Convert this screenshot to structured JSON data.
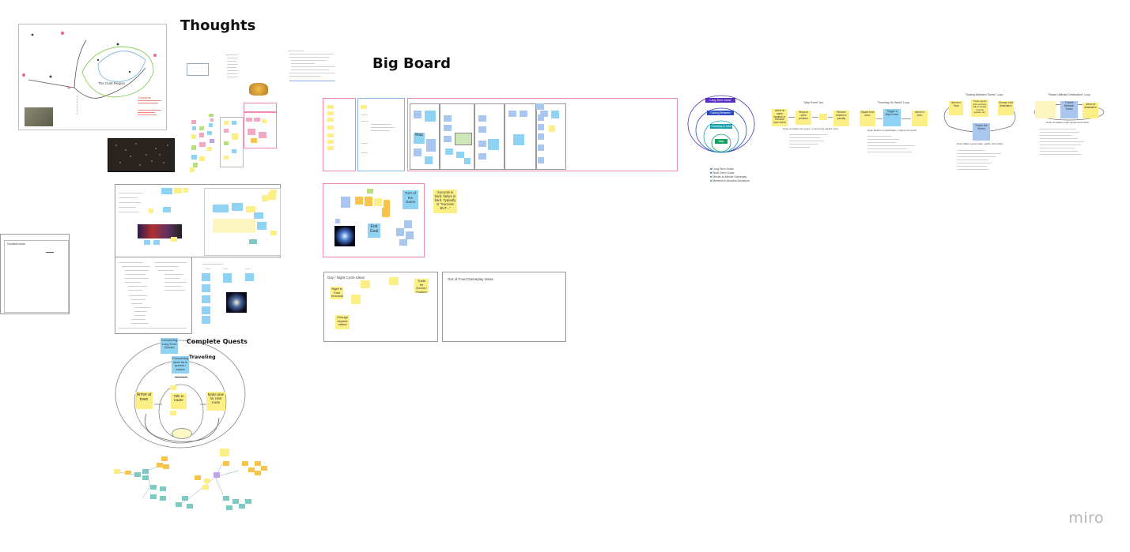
{
  "board": {
    "thoughts_title": "Thoughts",
    "big_board_title": "Big Board",
    "complete_quests": "Complete Quests",
    "traveling": "Traveling",
    "arrive_at_town": "Arrive at town",
    "talk_to_trader": "Talk to trader",
    "make_plan": "Make plan for next route",
    "end_goal": "End Goal",
    "turn_of_game": "Turn of the Game",
    "success_note": "Success is hard. failure is hard. Typically is \"Success BUT...\"",
    "day_night_title": "Day / Night Cycle Ideas",
    "out_of_food_title": "Out of Food Gameplay Ideas",
    "map_label": "Map",
    "the_gold_region": "The Gold Region",
    "thoughts_red": "Thoughts",
    "greatest_ideas": "Greatest Ideas",
    "completing_long_term": "Completing Long Term Quests",
    "completing_short_term": "Completing short term quests / trades",
    "goals_diagram": {
      "ring1": "Long-Term Game Destination",
      "ring2": "Trading Between Towns",
      "ring3": "Traveling to Next Town",
      "ring4": "Map Event",
      "legend": [
        "Long Term Goals",
        "Short-Term Goals",
        "Minute-to-Minute Gameplay",
        "Moment-to-Moment Decisions"
      ]
    },
    "loops": [
      {
        "title": "\"Map Event\" Arc",
        "goal": "Goal: Complete the event / overcoming reward / item"
      },
      {
        "title": "\"Traveling On World\" Loop",
        "goal": "Goal: Reach my destination, explore the world"
      },
      {
        "title": "\"Trading Between Towns\" Loop",
        "goal": "Goal: Make a good trade, gather information"
      },
      {
        "title": "\"Reach Ultimate Destination\" Loop",
        "goal": "Goal: Complete major quests and trades"
      }
    ],
    "stickies": {
      "arrive_same_location": "Arrive at same location or Random town event",
      "steps_to_solve": "Steps to solve problem",
      "receive_reward": "Receive reward or penalty",
      "depart_town": "Depart from town",
      "trigger_map_event": "Trigger a Map Event",
      "arrive_town_loop": "Arrive in town",
      "arrive_in_town": "Arrive in Town",
      "trade_goods": "Trade goods with vendors, talk to locals, receive quests, etc.",
      "choose_next": "Choose next destination",
      "travel_world": "Travel the World",
      "travels_between": "Travels Between Towns",
      "arrive_destination": "Arrive at destination",
      "night_encounters": "Night is Fast encounters",
      "change_explore": "Change explore radius",
      "trade_for_goods": "Trade for Goods / Explore Markets"
    }
  },
  "branding": {
    "logo": "miro"
  },
  "colors": {
    "yellow": "#fbef86",
    "blue": "#8fd3f4",
    "pink_frame": "#ef8aa6",
    "purple": "#6b3fc4",
    "teal": "#14a3a3",
    "green": "#12a060"
  }
}
